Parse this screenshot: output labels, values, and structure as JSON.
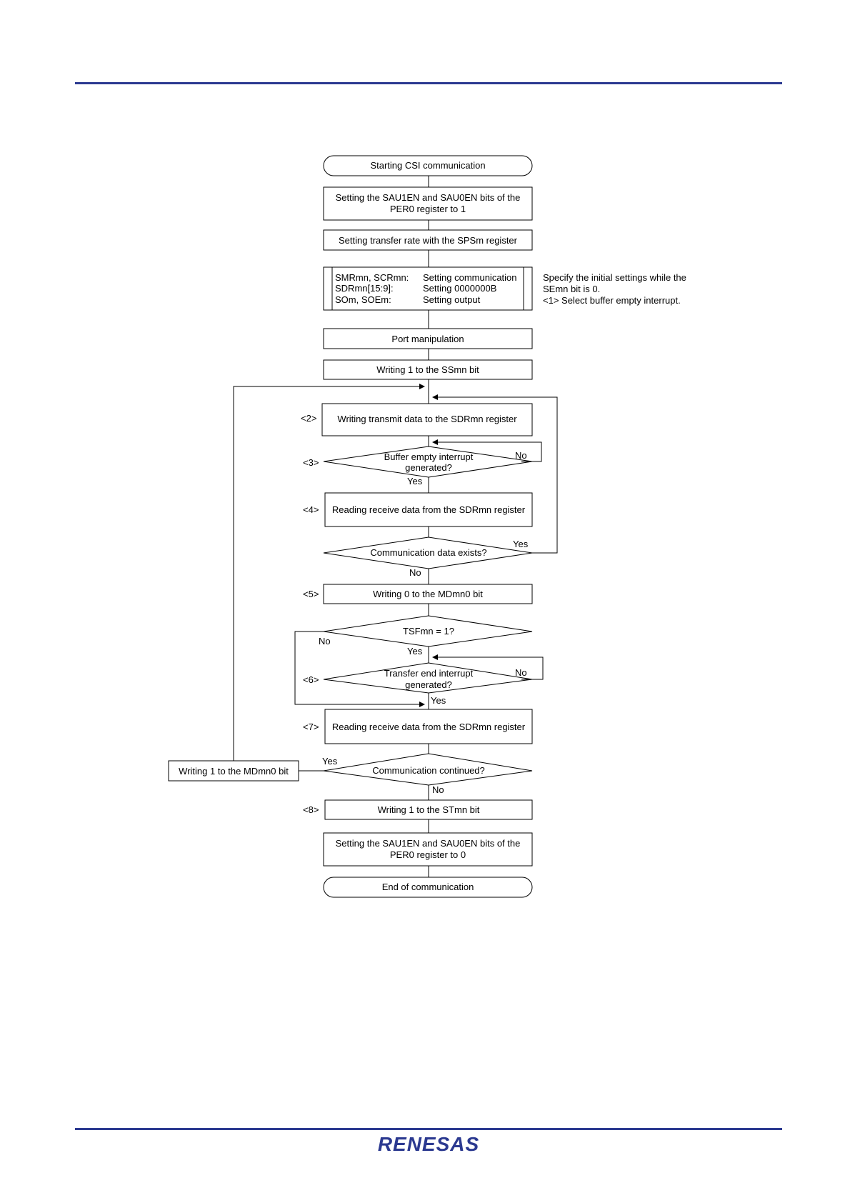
{
  "flow": {
    "start": "Starting CSI communication",
    "per0_on_l1": "Setting the SAU1EN and SAU0EN bits of the",
    "per0_on_l2": "PER0 register to 1",
    "sps": "Setting transfer rate with the SPSm register",
    "init_reg1": "SMRmn, SCRmn:",
    "init_val1": "Setting communication",
    "init_reg2": "SDRmn[15:9]:",
    "init_val2": "Setting 0000000B",
    "init_reg3": "SOm, SOEm:",
    "init_val3": "Setting output",
    "note_l1": "Specify the initial settings while the",
    "note_l2": "SEmn bit is 0.",
    "note_l3": "<1> Select buffer empty interrupt.",
    "port": "Port manipulation",
    "ss": "Writing 1 to the SSmn bit",
    "step2": "<2>",
    "write_tx": "Writing transmit data to the SDRmn register",
    "step3": "<3>",
    "buf_l1": "Buffer empty interrupt",
    "buf_l2": "generated?",
    "buf_no": "No",
    "buf_yes": "Yes",
    "step4": "<4>",
    "read_rx1": "Reading receive data from the SDRmn register",
    "comm_exists": "Communication data exists?",
    "exists_yes": "Yes",
    "exists_no": "No",
    "step5": "<5>",
    "md0": "Writing 0 to the MDmn0 bit",
    "tsf": "TSFmn = 1?",
    "tsf_no": "No",
    "tsf_yes": "Yes",
    "step6": "<6>",
    "tend_l1": "Transfer end interrupt",
    "tend_l2": "generated?",
    "tend_no": "No",
    "tend_yes": "Yes",
    "step7": "<7>",
    "read_rx2": "Reading receive data from the SDRmn register",
    "md1": "Writing 1 to the MDmn0 bit",
    "continued": "Communication continued?",
    "cont_yes": "Yes",
    "cont_no": "No",
    "step8": "<8>",
    "st": "Writing 1 to the STmn bit",
    "per0_off_l1": "Setting the SAU1EN and SAU0EN bits of the",
    "per0_off_l2": "PER0 register to 0",
    "end": "End of communication"
  },
  "footer": {
    "logo": "RENESAS"
  },
  "colors": {
    "rule": "#2b3990",
    "logo": "#2b3990"
  }
}
